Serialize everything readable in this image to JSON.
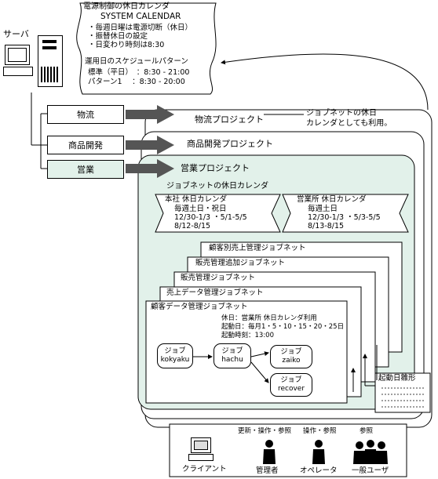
{
  "calendar_note": {
    "title1": "電源制御の休日カレンダ",
    "title2": "SYSTEM CALENDAR",
    "items": [
      "・毎週日曜は電源切断（休日）",
      "・振替休日の設定",
      "・日変わり時刻は8:30"
    ],
    "pattern_title": "運用日のスケジュールパターン",
    "patterns": [
      "標準（平日）　：8:30 - 21:00",
      "パターン1　 ：8:30 - 20:00"
    ]
  },
  "server_label": "サーバ",
  "categories": [
    {
      "label": "物流",
      "project": "物流プロジェクト"
    },
    {
      "label": "商品開発",
      "project": "商品開発プロジェクト"
    },
    {
      "label": "営業",
      "project": "営業プロジェクト"
    }
  ],
  "shared_note": [
    "ジョブネットの休日",
    "カレンダとしても利用。"
  ],
  "holiday_section_title": "ジョブネットの休日カレンダ",
  "calendars": [
    {
      "title": "本社 休日カレンダ",
      "lines": [
        "毎週土日・祝日",
        "12/30-1/3 ・5/1-5/5",
        "8/12-8/15"
      ]
    },
    {
      "title": "営業所 休日カレンダ",
      "lines": [
        "毎週土日",
        "12/30-1/3 ・5/3-5/5",
        "8/13-8/15"
      ]
    }
  ],
  "jobnets": [
    "顧客別売上管理ジョブネット",
    "販売管理追加ジョブネット",
    "販売管理ジョブネット",
    "売上データ管理ジョブネット"
  ],
  "main_jobnet": {
    "title": "顧客データ管理ジョブネット",
    "info": [
      "休日：営業所 休日カレンダ利用",
      "起動日：毎月1・5・10・15・20・25日",
      "起動時刻：13:00"
    ],
    "jobs": [
      {
        "label": "ジョブ",
        "name": "kokyaku"
      },
      {
        "label": "ジョブ",
        "name": "hachu"
      },
      {
        "label": "ジョブ",
        "name": "zaiko"
      },
      {
        "label": "ジョブ",
        "name": "recover"
      }
    ]
  },
  "start_day_label": "起動日雛形",
  "users": {
    "client_label": "クライアント",
    "roles": [
      {
        "perm": "更新・操作・参照",
        "name": "管理者"
      },
      {
        "perm": "操作・参照",
        "name": "オペレータ"
      },
      {
        "perm": "参照",
        "name": "一般ユーザ"
      }
    ]
  },
  "colors": {
    "green_fill": "#e2f1ea",
    "gray_fill": "#cccccc",
    "arrow_gray": "#555555"
  }
}
